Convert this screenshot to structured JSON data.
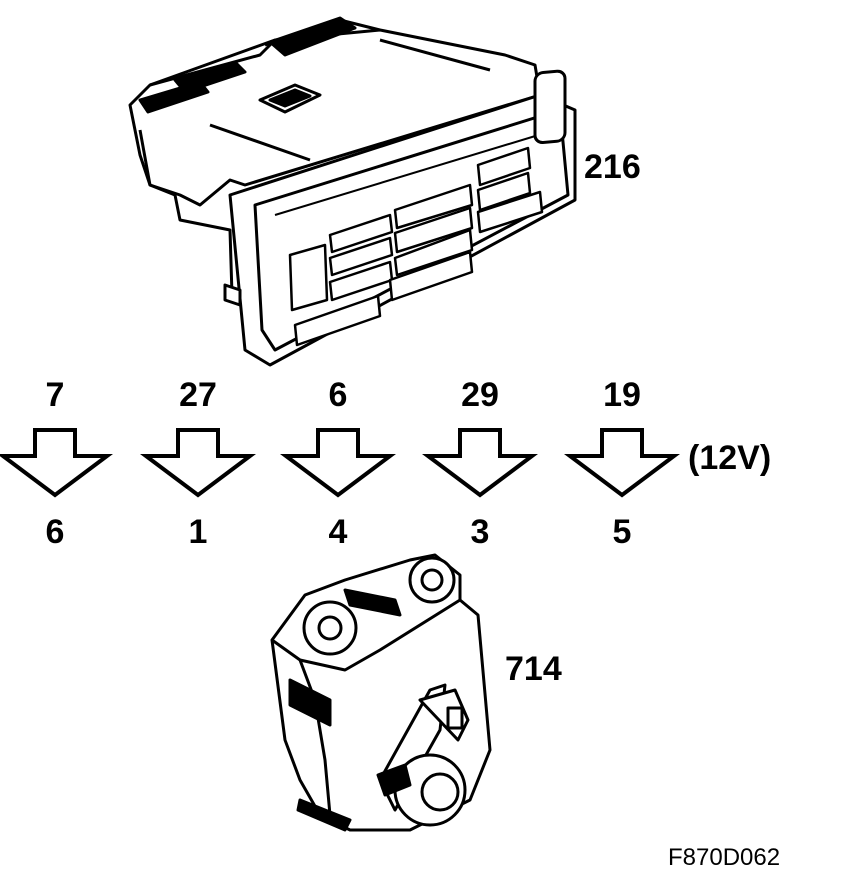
{
  "components": {
    "control_panel": {
      "label": "216"
    },
    "actuator": {
      "label": "714"
    }
  },
  "connections": [
    {
      "from_pin": "7",
      "to_pin": "6"
    },
    {
      "from_pin": "27",
      "to_pin": "1"
    },
    {
      "from_pin": "6",
      "to_pin": "4"
    },
    {
      "from_pin": "29",
      "to_pin": "3"
    },
    {
      "from_pin": "19",
      "to_pin": "5"
    }
  ],
  "voltage_label": "(12V)",
  "figure_ref": "F870D062"
}
